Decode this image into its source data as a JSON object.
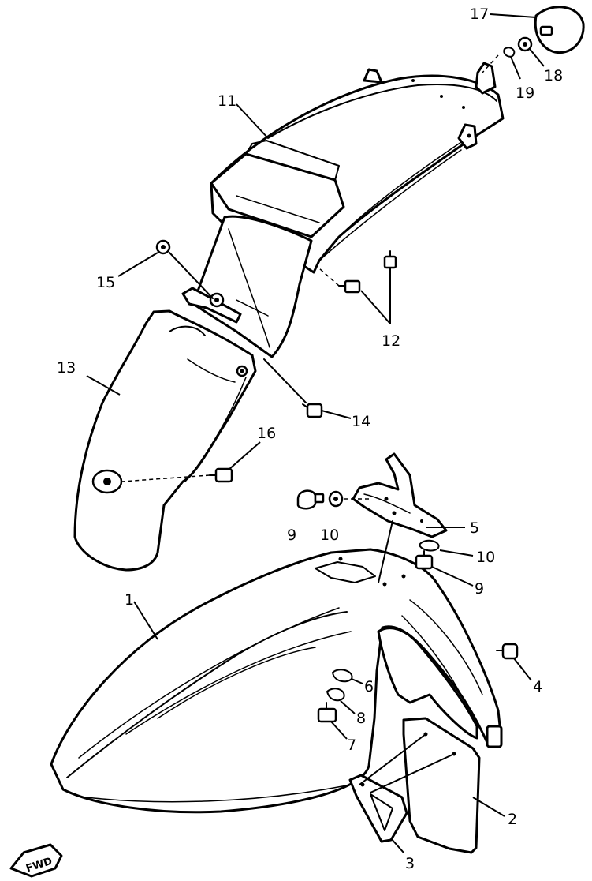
{
  "callouts": {
    "c1": "1",
    "c2": "2",
    "c3": "3",
    "c4": "4",
    "c5": "5",
    "c6": "6",
    "c7": "7",
    "c8": "8",
    "c9a": "9",
    "c9b": "9",
    "c10a": "10",
    "c10b": "10",
    "c11": "11",
    "c12": "12",
    "c13": "13",
    "c14": "14",
    "c15": "15",
    "c16": "16",
    "c17": "17",
    "c18": "18",
    "c19": "19"
  },
  "fwd_label": "FWD"
}
